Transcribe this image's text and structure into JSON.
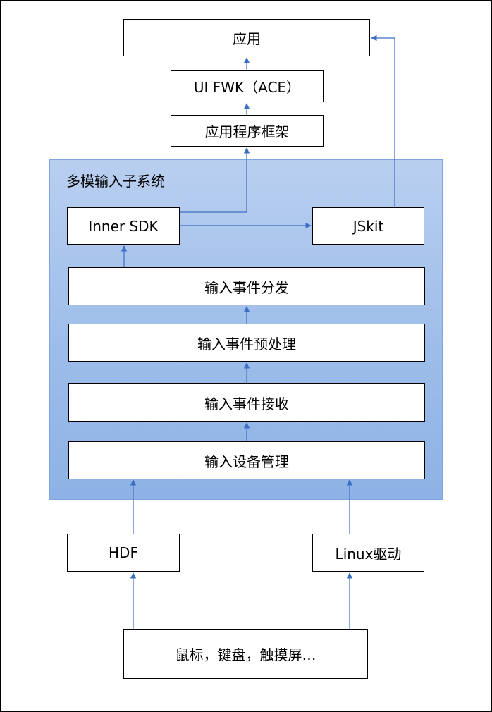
{
  "subsystem": {
    "title": "多模输入子系统"
  },
  "boxes": {
    "app": "应用",
    "ui_fwk": "UI FWK（ACE）",
    "app_framework": "应用程序框架",
    "inner_sdk": "Inner SDK",
    "jskit": "JSkit",
    "event_dispatch": "输入事件分发",
    "event_preprocess": "输入事件预处理",
    "event_receive": "输入事件接收",
    "device_manage": "输入设备管理",
    "hdf": "HDF",
    "linux_driver": "Linux驱动",
    "devices": "鼠标，键盘，触摸屏…"
  },
  "colors": {
    "arrow": "#3c6fc4",
    "subsystem_fill": "#a9c6ee",
    "subsystem_border": "#7ea6e0",
    "box_border": "#000000"
  }
}
